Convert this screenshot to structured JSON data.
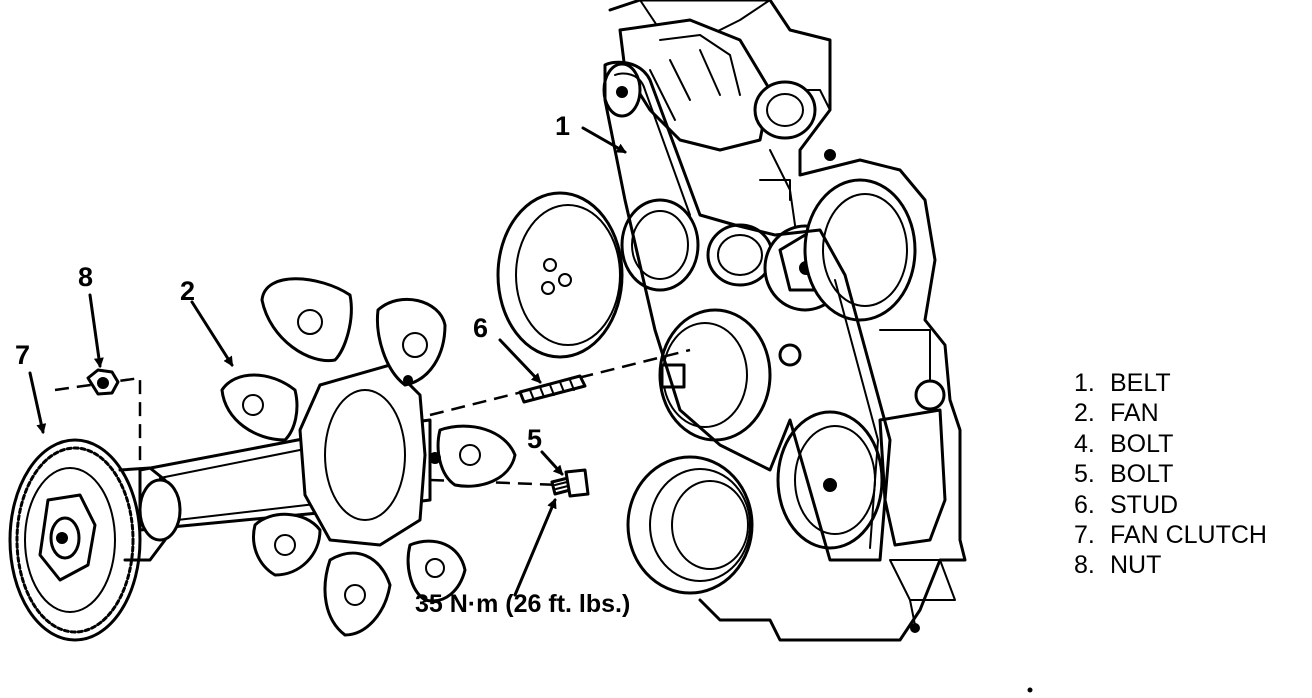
{
  "callouts": {
    "c1": "1",
    "c2": "2",
    "c5": "5",
    "c6": "6",
    "c7": "7",
    "c8": "8"
  },
  "torque_spec": "35 N·m (26 ft. lbs.)",
  "legend": [
    {
      "num": "1.",
      "label": "BELT"
    },
    {
      "num": "2.",
      "label": "FAN"
    },
    {
      "num": "4.",
      "label": "BOLT"
    },
    {
      "num": "5.",
      "label": "BOLT"
    },
    {
      "num": "6.",
      "label": "STUD"
    },
    {
      "num": "7.",
      "label": "FAN CLUTCH"
    },
    {
      "num": "8.",
      "label": "NUT"
    }
  ]
}
